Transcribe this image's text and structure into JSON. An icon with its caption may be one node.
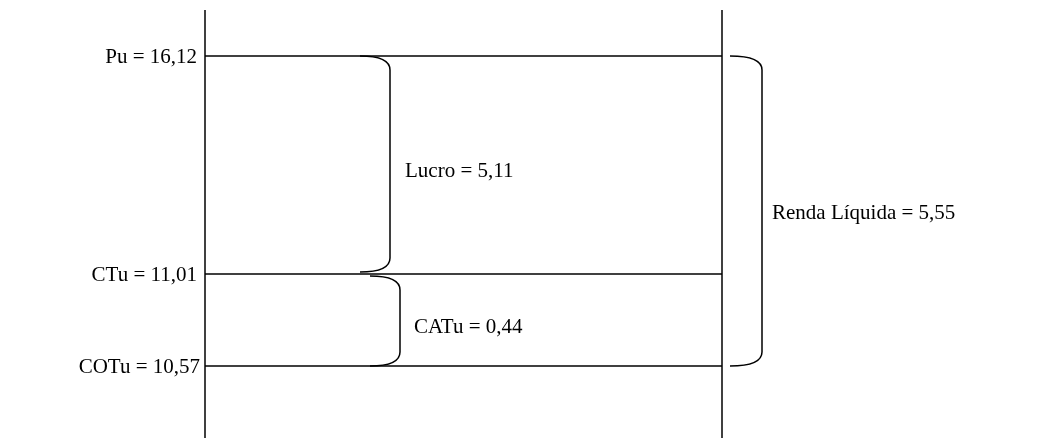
{
  "diagram": {
    "labels": [
      "Pu = 16,12",
      "Lucro = 5,11",
      "Renda Líquida = 5,55",
      "CTu = 11,01",
      "CATu = 0,44",
      "COTu = 10,57"
    ]
  }
}
